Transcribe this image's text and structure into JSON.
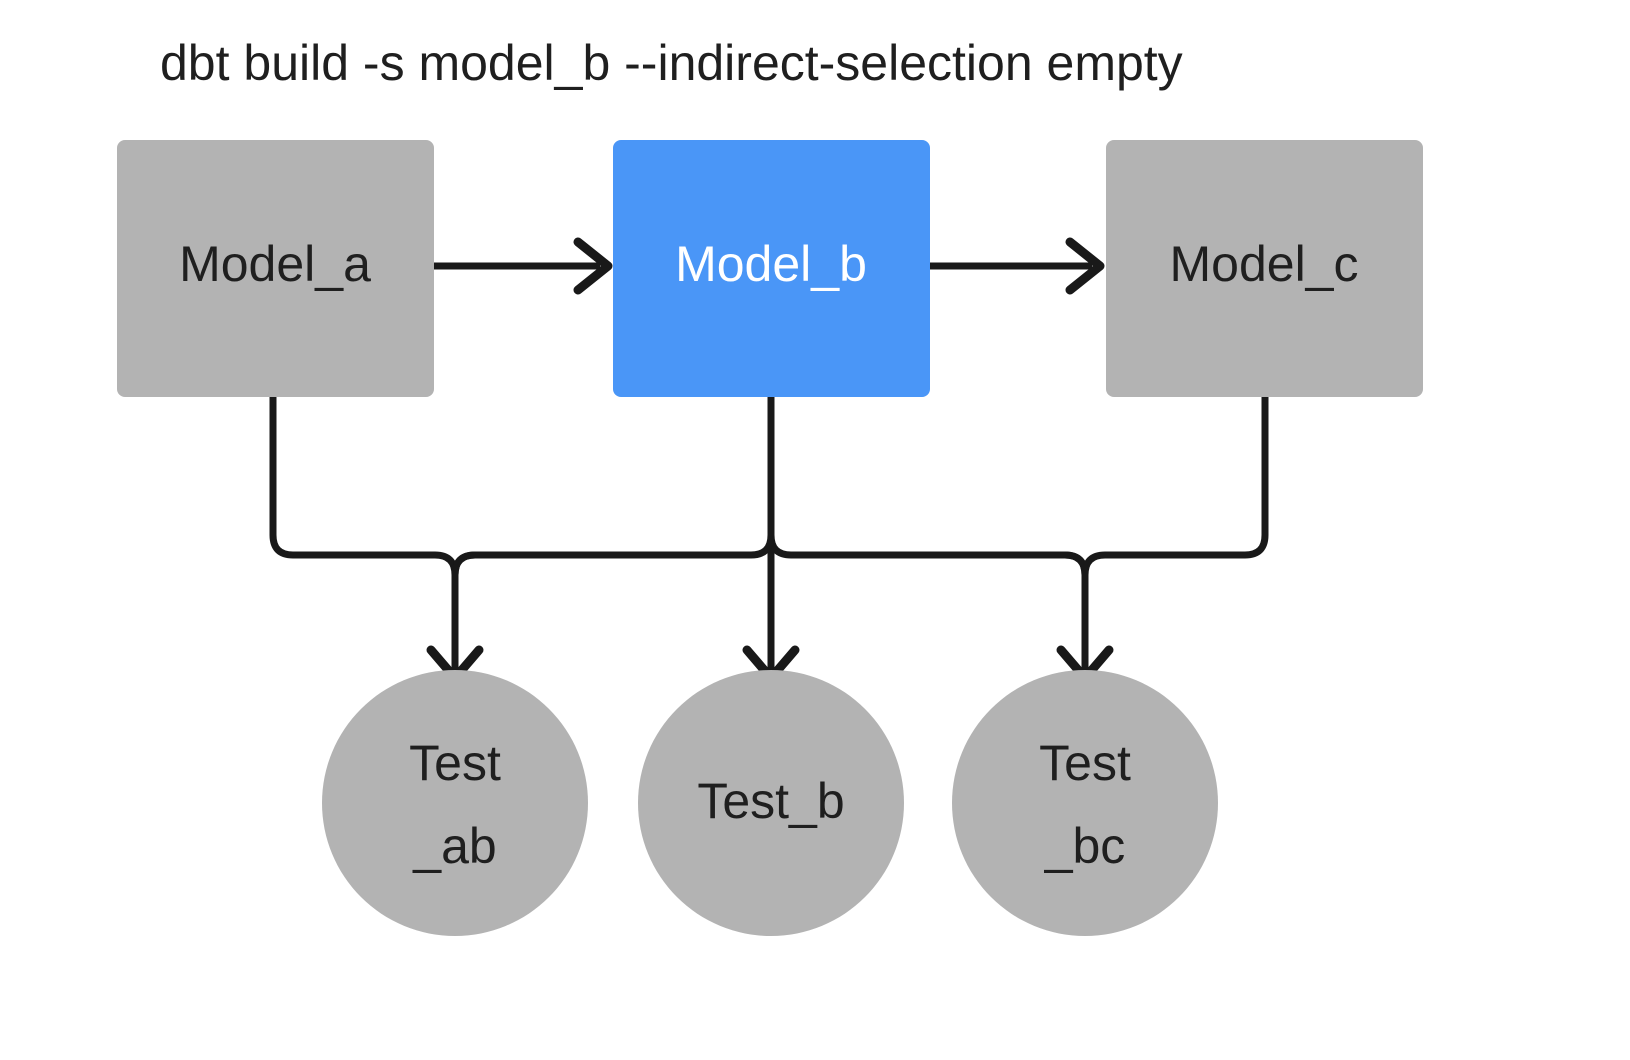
{
  "title": "dbt build -s model_b --indirect-selection empty",
  "colors": {
    "selected": "#4a96f7",
    "unselected": "#b3b3b3",
    "edge": "#191919",
    "text_dark": "#1f1f1f",
    "text_light": "#ffffff",
    "background": "#ffffff"
  },
  "models": [
    {
      "id": "model_a",
      "label": "Model_a",
      "state": "unselected"
    },
    {
      "id": "model_b",
      "label": "Model_b",
      "state": "selected"
    },
    {
      "id": "model_c",
      "label": "Model_c",
      "state": "unselected"
    }
  ],
  "tests": [
    {
      "id": "test_ab",
      "label_line1": "Test",
      "label_line2": "_ab",
      "state": "unselected"
    },
    {
      "id": "test_b",
      "label_line1": "Test_b",
      "label_line2": "",
      "state": "unselected"
    },
    {
      "id": "test_bc",
      "label_line1": "Test",
      "label_line2": "_bc",
      "state": "unselected"
    }
  ],
  "edges": [
    {
      "from": "model_a",
      "to": "model_b",
      "kind": "model-to-model"
    },
    {
      "from": "model_b",
      "to": "model_c",
      "kind": "model-to-model"
    },
    {
      "from": "model_a",
      "to": "test_ab",
      "kind": "model-to-test"
    },
    {
      "from": "model_b",
      "to": "test_ab",
      "kind": "model-to-test"
    },
    {
      "from": "model_b",
      "to": "test_b",
      "kind": "model-to-test"
    },
    {
      "from": "model_b",
      "to": "test_bc",
      "kind": "model-to-test"
    },
    {
      "from": "model_c",
      "to": "test_bc",
      "kind": "model-to-test"
    }
  ]
}
